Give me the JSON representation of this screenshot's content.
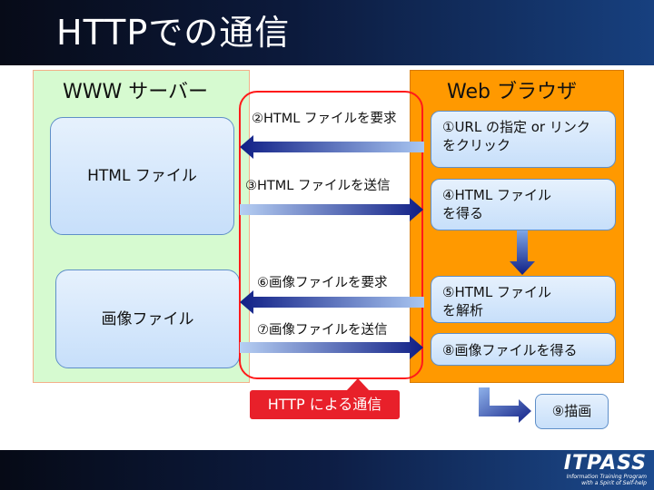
{
  "slide": {
    "title": "HTTPでの通信"
  },
  "server": {
    "title": "WWW サーバー",
    "html_file": "HTML ファイル",
    "image_file": "画像ファイル"
  },
  "browser": {
    "title": "Web ブラウザ",
    "step1": "①URL の指定 or リンク\nをクリック",
    "step4": "④HTML ファイル\nを得る",
    "step5": "⑤HTML ファイル\nを解析",
    "step8": "⑧画像ファイルを得る",
    "step9": "⑨描画"
  },
  "arrows": {
    "step2": "②HTML ファイルを要求",
    "step3": "③HTML ファイルを送信",
    "step6": "⑥画像ファイルを要求",
    "step7": "⑦画像ファイルを送信"
  },
  "callout": {
    "label": "HTTP による通信"
  },
  "logo": {
    "main": "ITPASS",
    "sub1": "Information Training Program",
    "sub2": "with a Spirit of Self-help"
  },
  "colors": {
    "server_panel": "#d6fad0",
    "browser_panel": "#ff9900",
    "arrow_blue": "#1a2fb0",
    "http_red": "#e8202a"
  }
}
